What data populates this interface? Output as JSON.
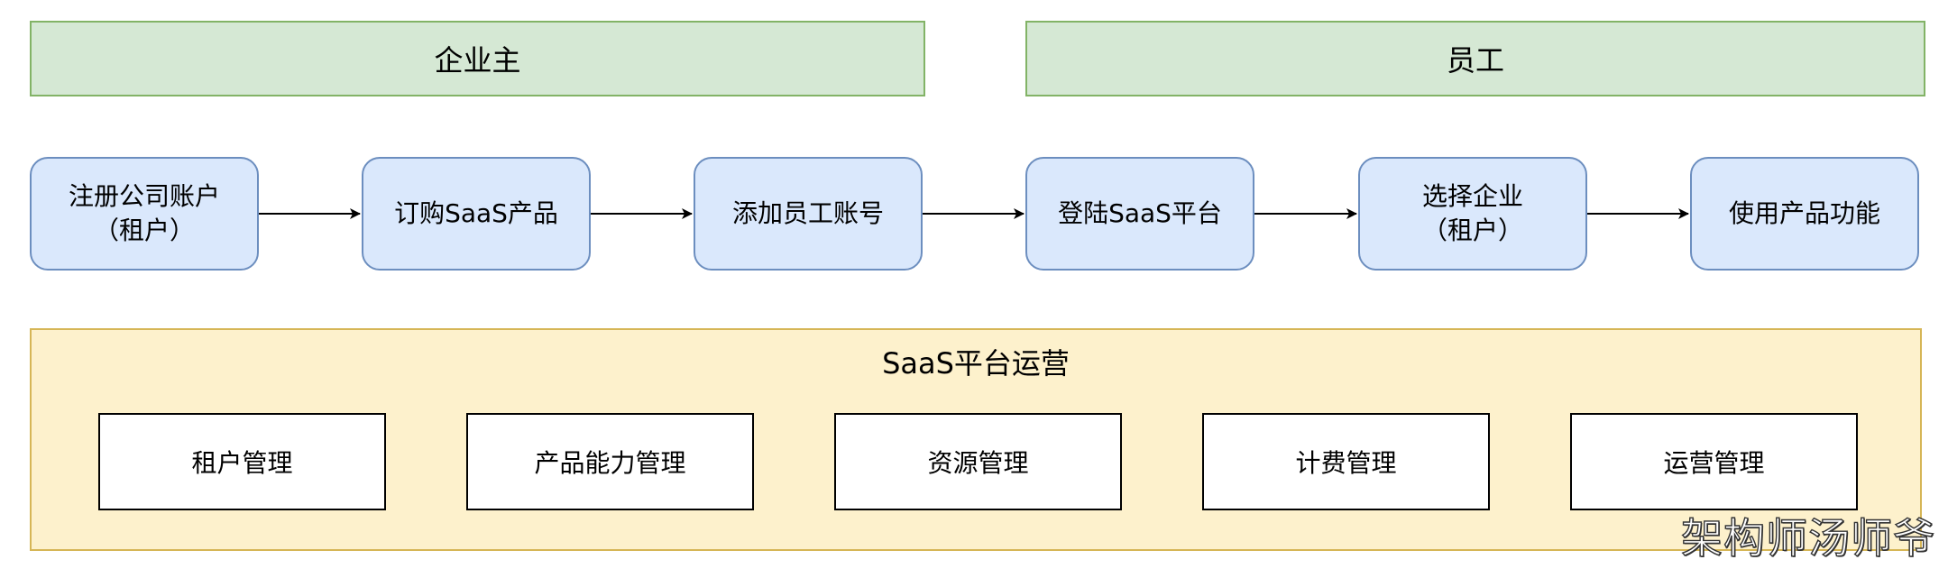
{
  "roles": {
    "owner": "企业主",
    "employee": "员工"
  },
  "steps": [
    "注册公司账户\n（租户）",
    "订购SaaS产品",
    "添加员工账号",
    "登陆SaaS平台",
    "选择企业\n（租户）",
    "使用产品功能"
  ],
  "operations": {
    "title": "SaaS平台运营",
    "modules": [
      "租户管理",
      "产品能力管理",
      "资源管理",
      "计费管理",
      "运营管理"
    ]
  },
  "watermark": "架构师汤师爷",
  "colors": {
    "role_fill": "#d5e8d4",
    "role_border": "#82b366",
    "step_fill": "#dae8fc",
    "step_border": "#6c8ebf",
    "ops_fill": "#fdf1cc",
    "ops_border": "#d6b656"
  }
}
